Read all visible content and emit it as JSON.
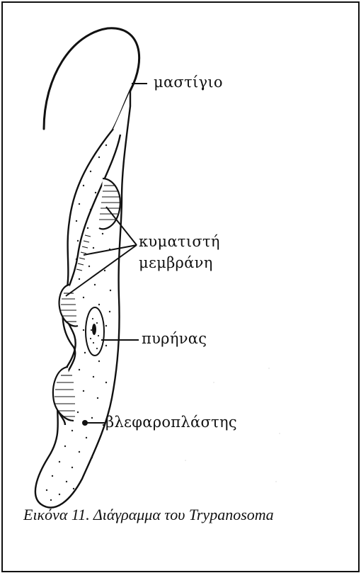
{
  "labels": {
    "flagellum": "μαστίγιο",
    "undulating_membrane_line1": "κυματιστή",
    "undulating_membrane_line2": "μεμβράνη",
    "nucleus": "πυρήνας",
    "kinetoplast": "βλεφαροπλάστης"
  },
  "caption": "Εικόνα 11. Διάγραμμα του Trypanosoma"
}
